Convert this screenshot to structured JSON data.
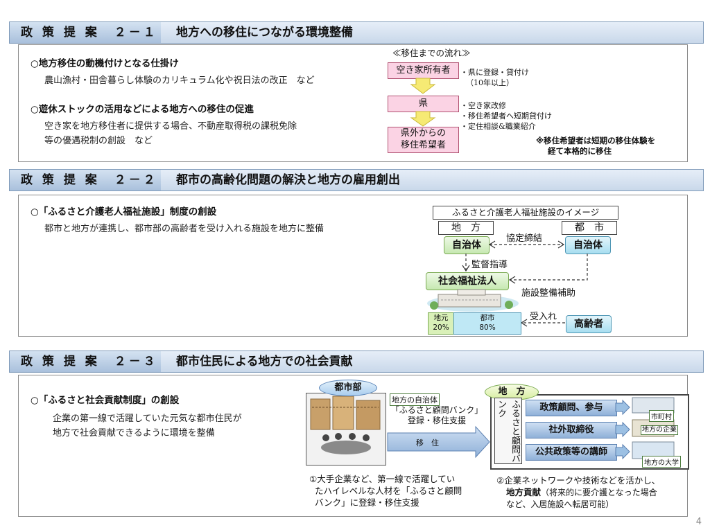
{
  "sections": [
    {
      "tag": "政 策 提 案　２－１",
      "title": "地方への移住につながる環境整備"
    },
    {
      "tag": "政 策 提 案　２－２",
      "title": "都市の高齢化問題の解決と地方の雇用創出"
    },
    {
      "tag": "政 策 提 案　２－３",
      "title": "都市住民による地方での社会貢献"
    }
  ],
  "s1": {
    "h1": "○地方移住の動機付けとなる仕掛け",
    "b1": "農山漁村・田舎暮らし体験のカリキュラム化や祝日法の改正　など",
    "h2": "○遊休ストックの活用などによる地方への移住の促進",
    "b2a": "空き家を地方移住者に提供する場合、不動産取得税の課税免除",
    "b2b": "等の優遇税制の創設　など",
    "flow": {
      "title": "≪移住までの流れ≫",
      "box1": "空き家所有者",
      "box2": "県",
      "box3a": "県外からの",
      "box3b": "移住希望者",
      "n1a": "・県に登録・貸付け",
      "n1b": "（10年以上）",
      "n2a": "・空き家改修",
      "n2b": "・移住希望者へ短期貸付け",
      "n2c": "・定住相談&職業紹介",
      "remark1": "※移住希望者は短期の移住体験を",
      "remark2": "経て本格的に移住"
    }
  },
  "s2": {
    "h1": "○「ふるさと介護老人福祉施設」制度の創設",
    "b1": "都市と地方が連携し、都市部の高齢者を受け入れる施設を地方に整備",
    "diagram": {
      "title": "ふるさと介護老人福祉施設のイメージ",
      "local": "地　方",
      "city": "都　市",
      "jichitai": "自治体",
      "agreement": "協定締結",
      "supervision": "監督指導",
      "corp": "社会福祉法人",
      "subsidy": "施設整備補助",
      "local_label": "地元",
      "local_pct": "20%",
      "city_label": "都市",
      "city_pct": "80%",
      "accept": "受入れ",
      "elderly": "高齢者"
    }
  },
  "s3": {
    "h1": "○「ふるさと社会貢献制度」の創設",
    "b1": "企業の第一線で活躍していた元気な都市住民が",
    "b2": "地方で社会貢献できるように環境を整備",
    "diagram": {
      "city_region": "都市部",
      "local_region": "地　方",
      "local_gov": "地方の自治体",
      "bank_reg1": "「ふるさと顧問バンク」",
      "bank_reg2": "登録・移住支援",
      "move": "移　住",
      "bank_vertical": "ふるさと顧問バンク",
      "role1": "政策顧問、参与",
      "role2": "社外取締役",
      "role3": "公共政策等の講師",
      "dest1": "市町村",
      "dest2": "地方の企業",
      "dest3": "地方の大学"
    },
    "cap1": [
      "①大手企業など、第一線で活躍してい",
      "たハイレベルな人材を「ふるさと顧問",
      "バンク」に登録・移住支援"
    ],
    "cap2a": "②企業ネットワークや技術などを活かし、",
    "cap2b": "地方貢献",
    "cap2c": "（将来的に要介護となった場合",
    "cap2d": "など、入居施設へ転居可能）"
  },
  "page_number": "4"
}
